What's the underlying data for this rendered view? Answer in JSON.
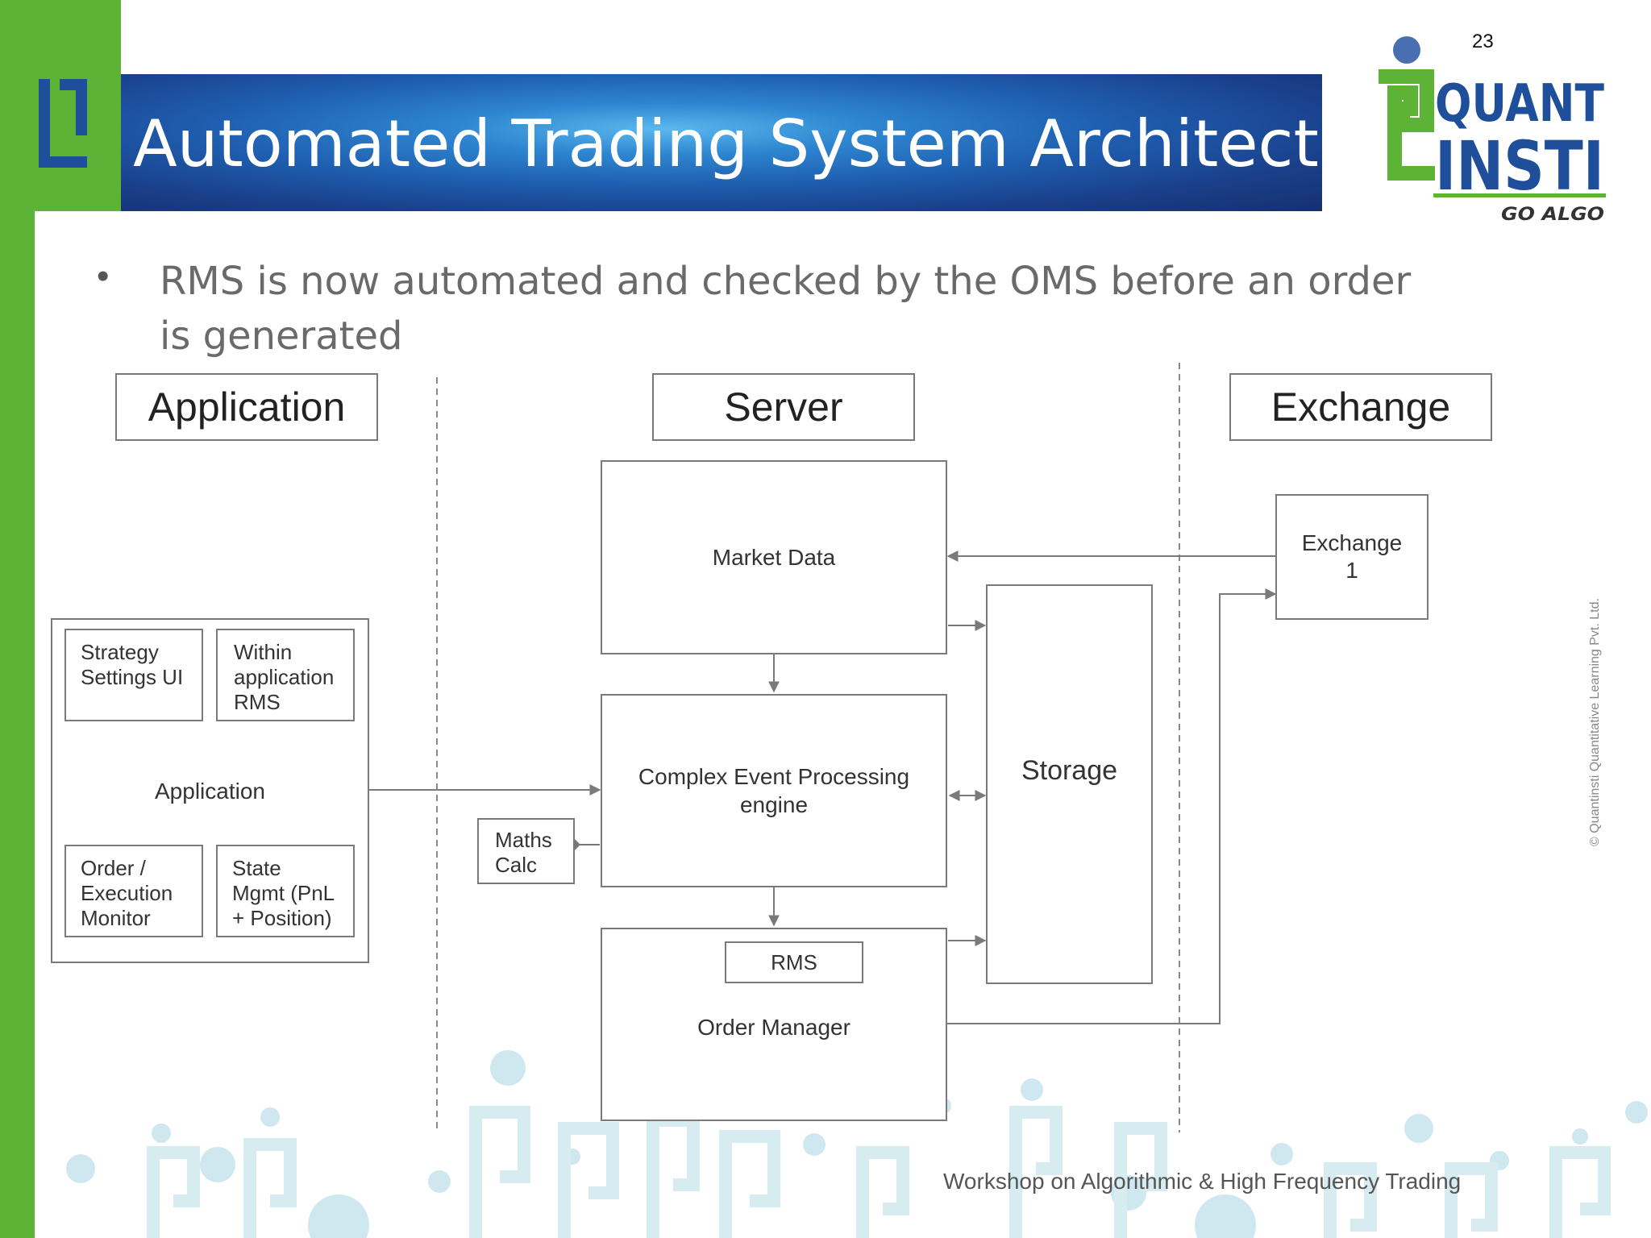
{
  "slide": {
    "page_number": "23",
    "title": "Automated Trading System Architecture",
    "bullet": "RMS is now automated and checked by the OMS before an order is generated",
    "footer": "Workshop on Algorithmic & High Frequency Trading",
    "copyright": "© Quantinsti Quantitative Learning Pvt. Ltd.",
    "logo": {
      "line1": "QUANT",
      "line2": "INSTI",
      "tagline": "GO ALGO"
    }
  },
  "diagram": {
    "headers": {
      "application": "Application",
      "server": "Server",
      "exchange": "Exchange"
    },
    "application_group": {
      "label": "Application",
      "strategy_settings": "Strategy Settings UI",
      "within_app_rms": "Within application RMS",
      "order_monitor": "Order / Execution Monitor",
      "state_mgmt": "State Mgmt (PnL + Position)"
    },
    "market_data": "Market Data",
    "cep": "Complex Event Processing engine",
    "maths_calc": "Maths Calc",
    "rms": "RMS",
    "order_manager": "Order Manager",
    "storage": "Storage",
    "exchange1": "Exchange 1"
  },
  "colors": {
    "green": "#5cb335",
    "navy": "#1f4e9a",
    "line": "#7a7a7a"
  }
}
